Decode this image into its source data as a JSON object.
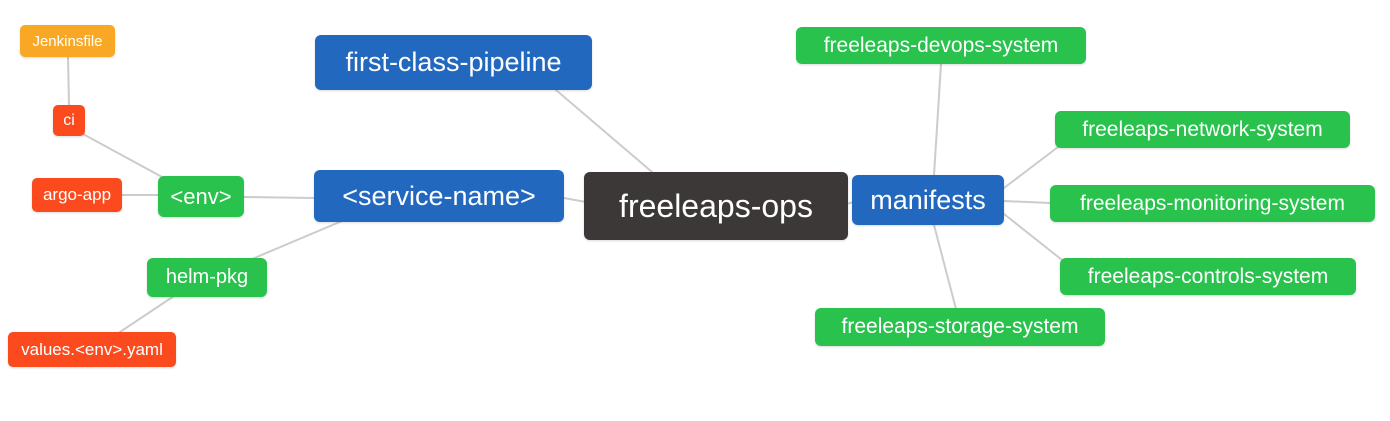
{
  "diagram": {
    "type": "mindmap",
    "root_label": "freeleaps-ops",
    "palette": {
      "blue": "#2268BE",
      "green": "#28C24C",
      "red": "#FB4B1E",
      "orange": "#F9A826",
      "dark": "#3B3837",
      "edge": "#CCCCCC",
      "text": "#FFFFFF",
      "background": "#FFFFFF"
    },
    "nodes": [
      {
        "id": "jenkinsfile",
        "label": "Jenkinsfile",
        "color": "orange"
      },
      {
        "id": "ci",
        "label": "ci",
        "color": "red"
      },
      {
        "id": "argo-app",
        "label": "argo-app",
        "color": "red"
      },
      {
        "id": "env",
        "label": "<env>",
        "color": "green"
      },
      {
        "id": "helm-pkg",
        "label": "helm-pkg",
        "color": "green"
      },
      {
        "id": "values-env-yaml",
        "label": "values.<env>.yaml",
        "color": "red"
      },
      {
        "id": "first-class-pipeline",
        "label": "first-class-pipeline",
        "color": "blue"
      },
      {
        "id": "service-name",
        "label": "<service-name>",
        "color": "blue"
      },
      {
        "id": "freeleaps-ops",
        "label": "freeleaps-ops",
        "color": "dark"
      },
      {
        "id": "manifests",
        "label": "manifests",
        "color": "blue"
      },
      {
        "id": "freeleaps-devops-system",
        "label": "freeleaps-devops-system",
        "color": "green"
      },
      {
        "id": "freeleaps-network-system",
        "label": "freeleaps-network-system",
        "color": "green"
      },
      {
        "id": "freeleaps-monitoring-system",
        "label": "freeleaps-monitoring-system",
        "color": "green"
      },
      {
        "id": "freeleaps-controls-system",
        "label": "freeleaps-controls-system",
        "color": "green"
      },
      {
        "id": "freeleaps-storage-system",
        "label": "freeleaps-storage-system",
        "color": "green"
      }
    ],
    "edges": [
      {
        "from": "jenkinsfile",
        "to": "ci"
      },
      {
        "from": "ci",
        "to": "env"
      },
      {
        "from": "argo-app",
        "to": "env"
      },
      {
        "from": "env",
        "to": "service-name"
      },
      {
        "from": "helm-pkg",
        "to": "service-name"
      },
      {
        "from": "values-env-yaml",
        "to": "helm-pkg"
      },
      {
        "from": "first-class-pipeline",
        "to": "freeleaps-ops"
      },
      {
        "from": "service-name",
        "to": "freeleaps-ops"
      },
      {
        "from": "freeleaps-ops",
        "to": "manifests"
      },
      {
        "from": "manifests",
        "to": "freeleaps-devops-system"
      },
      {
        "from": "manifests",
        "to": "freeleaps-network-system"
      },
      {
        "from": "manifests",
        "to": "freeleaps-monitoring-system"
      },
      {
        "from": "manifests",
        "to": "freeleaps-controls-system"
      },
      {
        "from": "manifests",
        "to": "freeleaps-storage-system"
      }
    ]
  }
}
